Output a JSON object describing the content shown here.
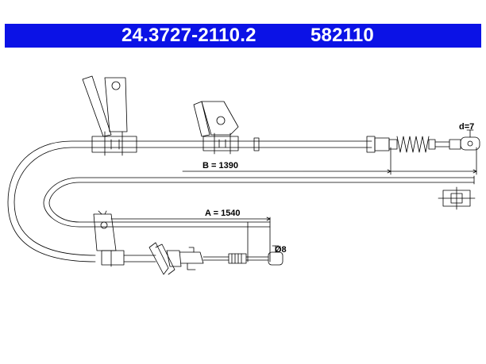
{
  "header": {
    "part_number": "24.3727-2110.2",
    "reference_number": "582110"
  },
  "colors": {
    "header_bg": "#0b12e6",
    "header_text": "#ffffff",
    "line": "#000000"
  },
  "dimensions": {
    "b_label": "B = 1390",
    "a_label": "A = 1540",
    "d_label": "d=7",
    "diameter_label": "Ø8"
  }
}
